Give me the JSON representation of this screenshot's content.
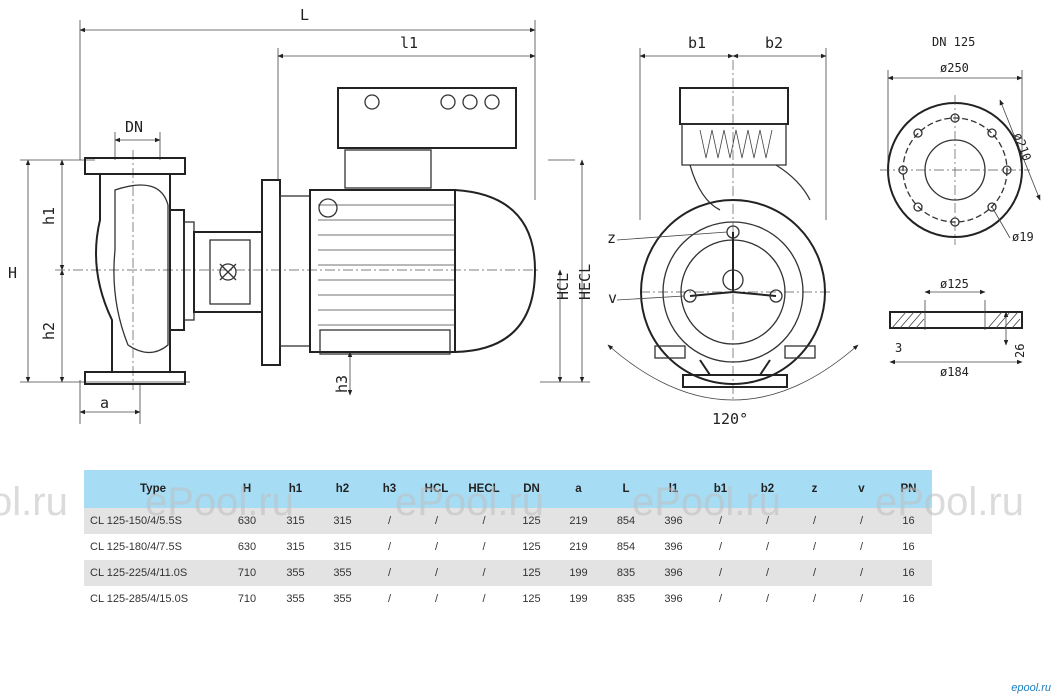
{
  "drawing": {
    "dim_labels": {
      "L": "L",
      "l1": "l1",
      "DN": "DN",
      "H": "H",
      "h1": "h1",
      "h2": "h2",
      "h3": "h3",
      "a": "a",
      "HCL": "HCL",
      "HECL": "HECL",
      "b1": "b1",
      "b2": "b2",
      "z": "z",
      "v": "v",
      "angle": "120°"
    },
    "flange": {
      "title": "DN 125",
      "d250": "ø250",
      "d210": "ø210",
      "d19": "ø19",
      "d125": "ø125",
      "d184": "ø184",
      "t3": "3",
      "t26": "26"
    }
  },
  "table": {
    "headers": [
      "Type",
      "H",
      "h1",
      "h2",
      "h3",
      "HCL",
      "HECL",
      "DN",
      "a",
      "L",
      "l1",
      "b1",
      "b2",
      "z",
      "v",
      "PN"
    ],
    "rows": [
      [
        "CL 125-150/4/5.5S",
        "630",
        "315",
        "315",
        "/",
        "/",
        "/",
        "125",
        "219",
        "854",
        "396",
        "/",
        "/",
        "/",
        "/",
        "16"
      ],
      [
        "CL 125-180/4/7.5S",
        "630",
        "315",
        "315",
        "/",
        "/",
        "/",
        "125",
        "219",
        "854",
        "396",
        "/",
        "/",
        "/",
        "/",
        "16"
      ],
      [
        "CL 125-225/4/11.0S",
        "710",
        "355",
        "355",
        "/",
        "/",
        "/",
        "125",
        "199",
        "835",
        "396",
        "/",
        "/",
        "/",
        "/",
        "16"
      ],
      [
        "CL 125-285/4/15.0S",
        "710",
        "355",
        "355",
        "/",
        "/",
        "/",
        "125",
        "199",
        "835",
        "396",
        "/",
        "/",
        "/",
        "/",
        "16"
      ]
    ]
  },
  "watermarks": [
    "ol.ru",
    "ePool.ru",
    "ePool.ru",
    "ePool.ru",
    "ePool.ru"
  ],
  "corner_mark": "epool.ru"
}
